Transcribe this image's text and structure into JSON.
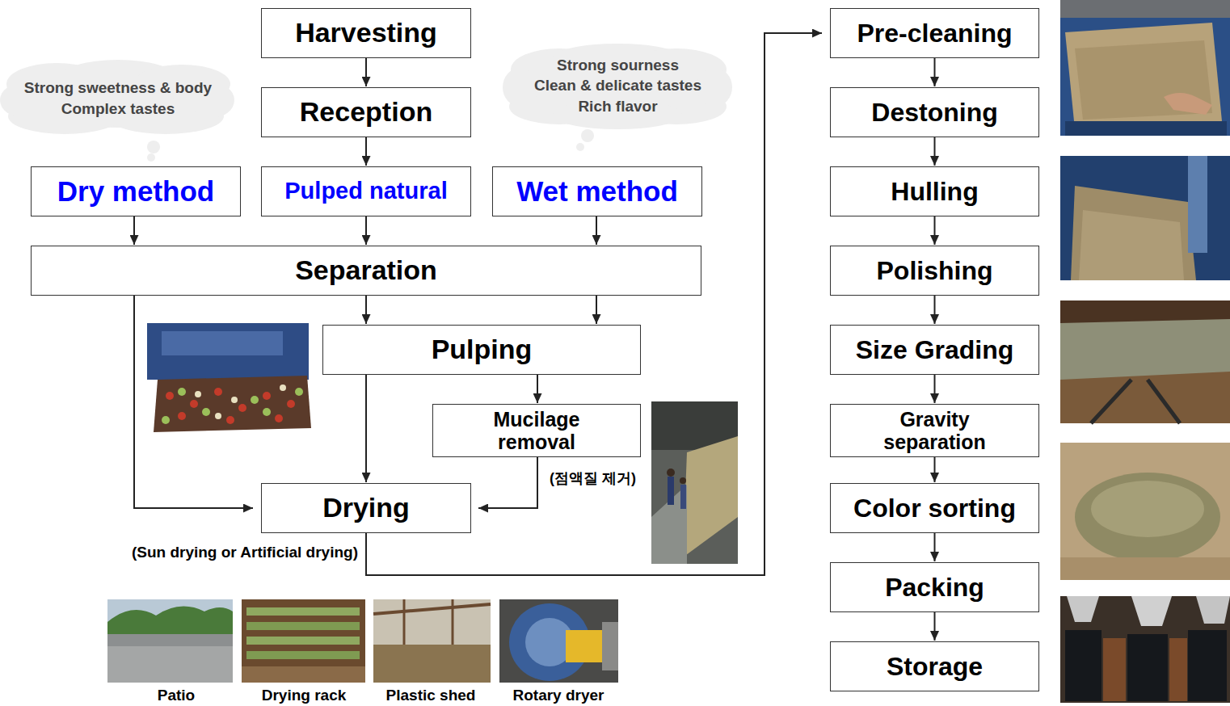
{
  "diagram": {
    "nodes": [
      {
        "text": [
          "Harvesting"
        ]
      },
      {
        "text": [
          "Strong sweetness & body",
          "Complex tastes"
        ]
      },
      {
        "text": [
          "Strong sourness",
          "Clean & delicate tastes",
          "Rich flavor"
        ]
      },
      {
        "text": [
          "Reception"
        ]
      },
      {
        "text": [
          "Dry method"
        ]
      },
      {
        "text": [
          "Pulped natural"
        ]
      },
      {
        "text": [
          "Wet method"
        ]
      },
      {
        "text": [
          "Separation"
        ]
      },
      {
        "text": [
          "Pulping"
        ]
      },
      {
        "text": [
          "Mucilage removal"
        ]
      },
      {
        "text": [
          "Drying"
        ]
      },
      {
        "text": [
          "Pre-cleaning"
        ]
      },
      {
        "text": [
          "Destoning"
        ]
      },
      {
        "text": [
          "Hulling"
        ]
      },
      {
        "text": [
          "Polishing"
        ]
      },
      {
        "text": [
          "Size Grading"
        ]
      },
      {
        "text": [
          "Gravity separation"
        ]
      },
      {
        "text": [
          "Color sorting"
        ]
      },
      {
        "text": [
          "Packing"
        ]
      },
      {
        "text": [
          "Storage"
        ]
      }
    ],
    "edges": [
      {
        "from": 0,
        "to": 3,
        "arrow": "to"
      },
      {
        "from": 3,
        "to": 5,
        "arrow": "to"
      },
      {
        "from": 4,
        "to": 7,
        "arrow": "to"
      },
      {
        "from": 5,
        "to": 7,
        "arrow": "to"
      },
      {
        "from": 6,
        "to": 7,
        "arrow": "to"
      },
      {
        "from": 7,
        "to": 10,
        "arrow": "to"
      },
      {
        "from": 7,
        "to": 8,
        "arrow": "to"
      },
      {
        "from": 7,
        "to": 8,
        "arrow": "to"
      },
      {
        "from": 8,
        "to": 10,
        "arrow": "to"
      },
      {
        "from": 8,
        "to": 9,
        "arrow": "to"
      },
      {
        "from": 9,
        "to": 10,
        "arrow": "to"
      },
      {
        "from": 10,
        "to": 11,
        "arrow": "to"
      },
      {
        "from": 11,
        "to": 12,
        "arrow": "to"
      },
      {
        "from": 12,
        "to": 13,
        "arrow": "to"
      },
      {
        "from": 13,
        "to": 14,
        "arrow": "to"
      },
      {
        "from": 14,
        "to": 15,
        "arrow": "to"
      },
      {
        "from": 15,
        "to": 16,
        "arrow": "to"
      },
      {
        "from": 16,
        "to": 17,
        "arrow": "to"
      },
      {
        "from": 17,
        "to": 18,
        "arrow": "to"
      },
      {
        "from": 18,
        "to": 19,
        "arrow": "to"
      }
    ],
    "labels": [
      "(점액질 제거)",
      "(Sun drying or Artificial drying)",
      "Patio",
      "Drying rack",
      "Plastic shed",
      "Rotary dryer"
    ]
  }
}
